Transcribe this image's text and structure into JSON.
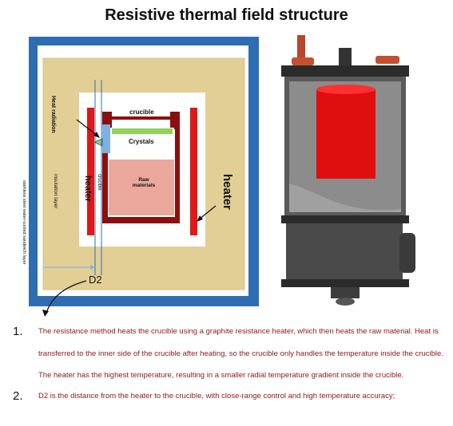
{
  "title": "Resistive thermal field structure",
  "diagram": {
    "labels": {
      "crucible_top": "crucible",
      "crystals": "Crystals",
      "raw_materials": "Raw materials",
      "heat_radiation": "Heat radiation",
      "insulation_layer": "insulation layer",
      "heater_left": "heater",
      "crucible_side": "crucible",
      "heater_right": "heater",
      "stainless_layer": "stainless steel water-cooled sandwich layer",
      "d2": "D2"
    },
    "colors": {
      "outer_frame": "#2f6db3",
      "insulation": "#e2cf96",
      "heater": "#e01818",
      "crucible": "#8b0f0f",
      "crystals": "#8fd35a",
      "raw_materials": "#eaa89c",
      "seed": "#7fb0e0"
    }
  },
  "notes": [
    {
      "number": "1.",
      "lines": [
        "The resistance method heats the crucible using a graphite resistance heater, which then heats the raw material. Heat is",
        "transferred to the inner side of the crucible after heating, so the crucible only handles the temperature inside the crucible.",
        "The heater has the highest temperature, resulting in a smaller radial temperature gradient inside the crucible."
      ]
    },
    {
      "number": "2.",
      "lines": [
        "D2 is the distance from the heater to the crucible, with close-range control and high temperature accuracy;"
      ]
    }
  ]
}
